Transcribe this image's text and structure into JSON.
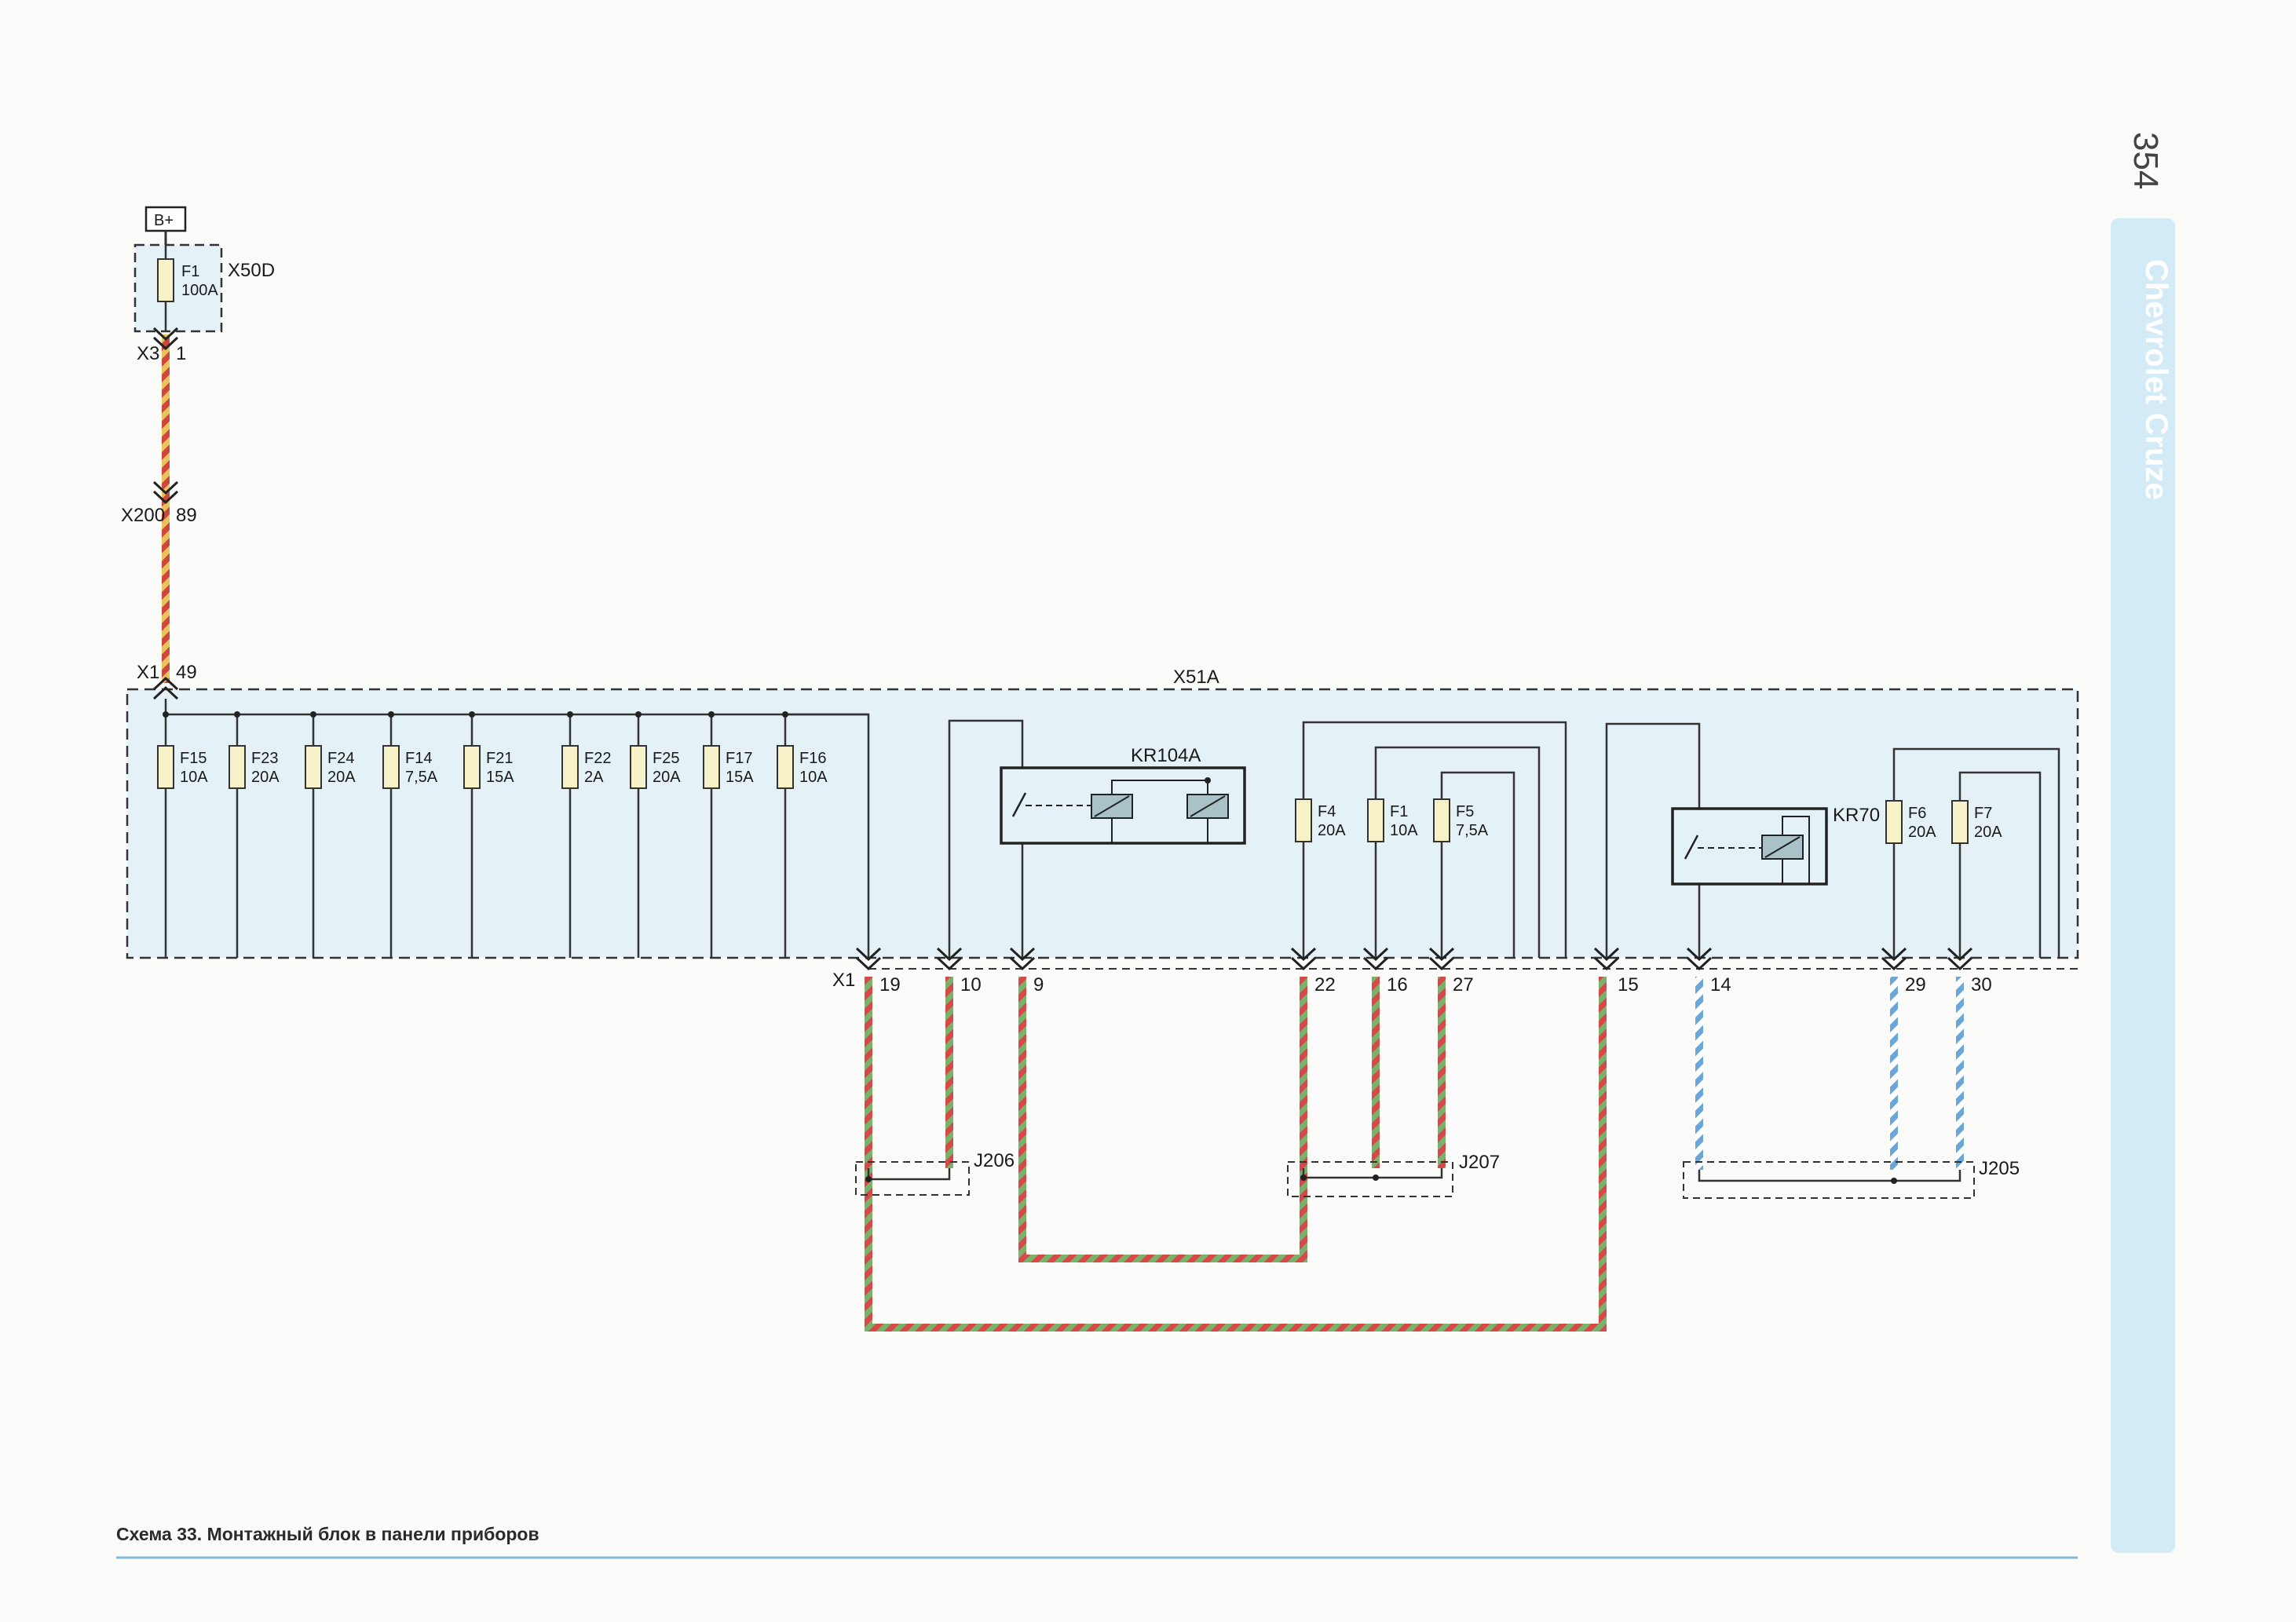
{
  "page_number": "354",
  "brand": "Chevrolet Cruze",
  "caption": "Схема 33. Монтажный блок в панели приборов",
  "colors": {
    "block_fill": "#e4f2f7",
    "sidebar": "#d3ebf6",
    "caption_rule": "#7fbbd9",
    "wire_red_green_a": "#d8484a",
    "wire_red_green_b": "#79b36a",
    "wire_blue_white_a": "#6aa6d8",
    "wire_blue_white_b": "#ffffff",
    "wire_feed_a": "#d0463c",
    "wire_feed_b": "#e7c35a",
    "fuse_fill": "#f8f2c8",
    "relay_coil": "#a9c2c8"
  },
  "battery": {
    "label": "B+"
  },
  "fusebox": {
    "label": "X50D",
    "fuse": {
      "name": "F1",
      "rating": "100A"
    }
  },
  "connectors": {
    "x3": {
      "name": "X3",
      "pin": "1"
    },
    "x200": {
      "name": "X200",
      "pin": "89"
    },
    "x1_in": {
      "name": "X1",
      "pin": "49"
    },
    "x1_out": {
      "name": "X1"
    }
  },
  "block": {
    "label": "X51A"
  },
  "fuses_left": [
    {
      "name": "F15",
      "rating": "10A"
    },
    {
      "name": "F23",
      "rating": "20A"
    },
    {
      "name": "F24",
      "rating": "20A"
    },
    {
      "name": "F14",
      "rating": "7,5A"
    },
    {
      "name": "F21",
      "rating": "15A"
    },
    {
      "name": "F22",
      "rating": "2A"
    },
    {
      "name": "F25",
      "rating": "20A"
    },
    {
      "name": "F17",
      "rating": "15A"
    },
    {
      "name": "F16",
      "rating": "10A"
    }
  ],
  "fuses_mid": [
    {
      "name": "F4",
      "rating": "20A"
    },
    {
      "name": "F1",
      "rating": "10A"
    },
    {
      "name": "F5",
      "rating": "7,5A"
    }
  ],
  "fuses_right": [
    {
      "name": "F6",
      "rating": "20A"
    },
    {
      "name": "F7",
      "rating": "20A"
    }
  ],
  "relays": {
    "kr104a": "KR104A",
    "kr70": "KR70"
  },
  "output_pins": [
    "19",
    "10",
    "9",
    "22",
    "16",
    "27",
    "15",
    "14",
    "29",
    "30"
  ],
  "splices": {
    "j206": "J206",
    "j207": "J207",
    "j205": "J205"
  }
}
